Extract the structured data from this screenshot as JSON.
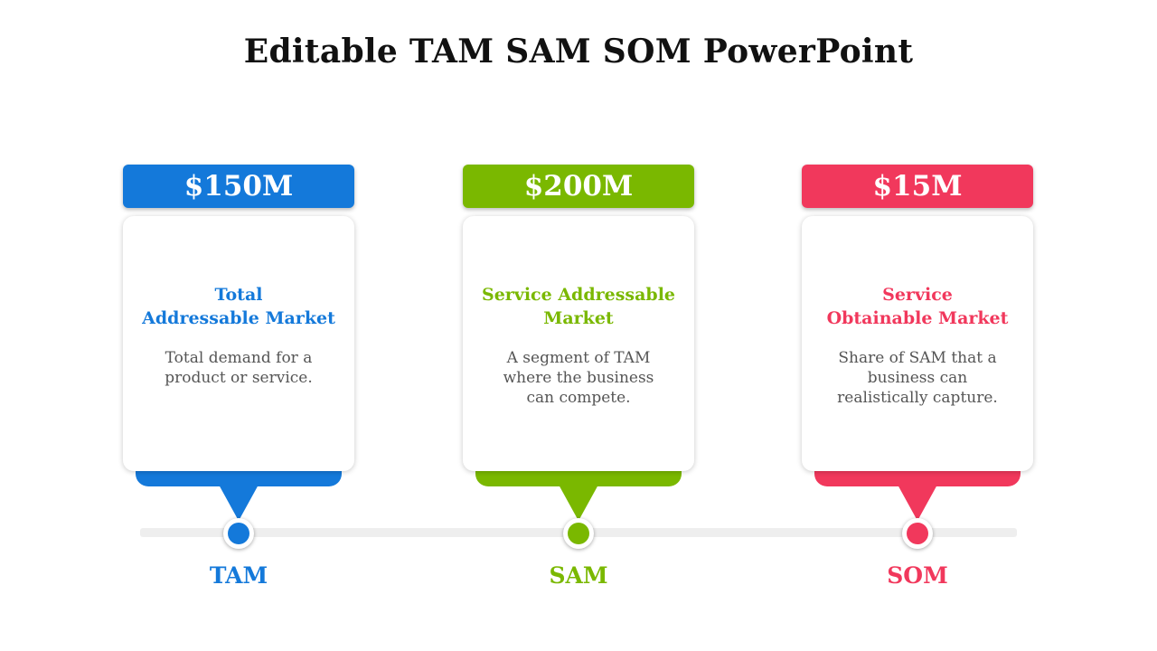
{
  "title": "Editable TAM SAM SOM PowerPoint",
  "markets": [
    {
      "value": "$150M",
      "heading": "Total\nAddressable Market",
      "description": "Total demand for a\nproduct or service.",
      "label": "TAM",
      "color": "#1479DA"
    },
    {
      "value": "$200M",
      "heading": "Service Addressable\nMarket",
      "description": "A segment of TAM\nwhere the business\ncan compete.",
      "label": "SAM",
      "color": "#7AB800"
    },
    {
      "value": "$15M",
      "heading": "Service\nObtainable Market",
      "description": "Share of SAM that a\nbusiness can\nrealistically capture.",
      "label": "SOM",
      "color": "#F1385C"
    }
  ]
}
